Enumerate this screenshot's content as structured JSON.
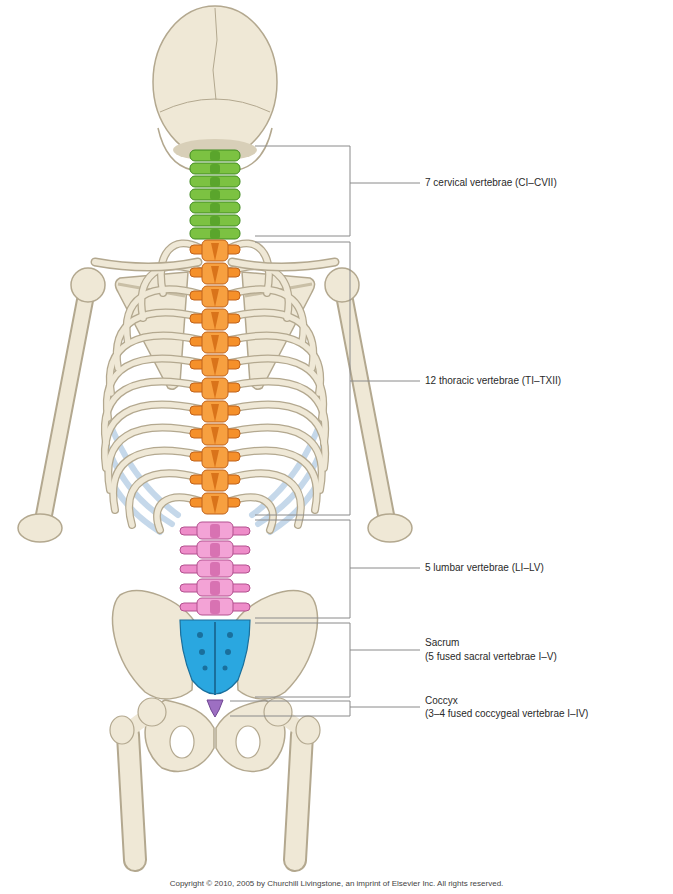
{
  "diagram": {
    "labels": [
      "7 cervical vertebrae (CI–CVII)",
      "12 thoracic vertebrae (TI–TXII)",
      "5 lumbar vertebrae (LI–LV)",
      "Sacrum",
      "(5 fused sacral vertebrae I–V)",
      "Coccyx",
      "(3–4 fused coccygeal vertebrae I–IV)",
      "Copyright © 2010, 2005 by Churchill Livingstone, an imprint of Elsevier Inc. All rights reserved."
    ]
  }
}
